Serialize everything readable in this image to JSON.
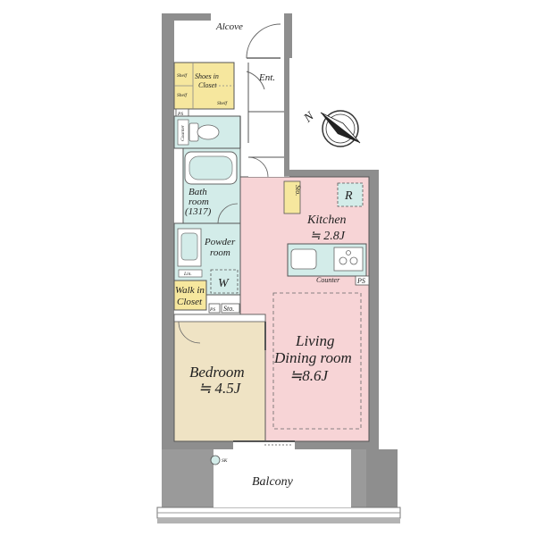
{
  "rooms": {
    "alcove": "Alcove",
    "entrance": "Ent.",
    "shoes_closet_line1": "Shoes in",
    "shoes_closet_line2": "Closet",
    "shelf": "Shelf",
    "bath_line1": "Bath",
    "bath_line2": "room",
    "bath_size": "(1317)",
    "storage": "Sto.",
    "kitchen": "Kitchen",
    "kitchen_size": "≒ 2.8J",
    "refrigerator": "R",
    "powder_line1": "Powder",
    "powder_line2": "room",
    "washer": "W",
    "linen": "Lin.",
    "counter": "Counter",
    "ps": "PS",
    "walk_in_line1": "Walk in",
    "walk_in_line2": "Closet",
    "living_line1": "Living",
    "living_line2": "Dining room",
    "living_size": "≒8.6J",
    "bedroom": "Bedroom",
    "bedroom_size": "≒ 4.5J",
    "balcony": "Balcony",
    "sk": "SK",
    "compass_letter": "N",
    "toilet_counter": "Counter"
  },
  "colors": {
    "wall": "#8e8e8e",
    "wet_area": "#d3ece9",
    "kitchen_living": "#f7d4d6",
    "bedroom": "#efe3c4",
    "closet": "#f6e79e",
    "outline": "#555555"
  }
}
